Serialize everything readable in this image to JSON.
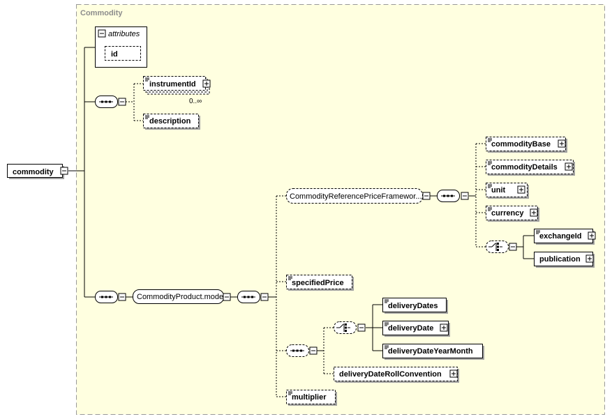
{
  "panel": {
    "title": "Commodity"
  },
  "root": {
    "label": "commodity"
  },
  "attributes": {
    "title": "attributes",
    "items": [
      "id"
    ]
  },
  "elements": {
    "instrumentId": "instrumentId",
    "instrumentId_cardinality": "0..∞",
    "description": "description",
    "commodityProductModel": "CommodityProduct.model",
    "commodityReferencePriceFramework": "CommodityReferencePriceFramewor...",
    "commodityBase": "commodityBase",
    "commodityDetails": "commodityDetails",
    "unit": "unit",
    "currency": "currency",
    "exchangeId": "exchangeId",
    "publication": "publication",
    "specifiedPrice": "specifiedPrice",
    "deliveryDates": "deliveryDates",
    "deliveryDate": "deliveryDate",
    "deliveryDateYearMonth": "deliveryDateYearMonth",
    "deliveryDateRollConvention": "deliveryDateRollConvention",
    "multiplier": "multiplier"
  }
}
